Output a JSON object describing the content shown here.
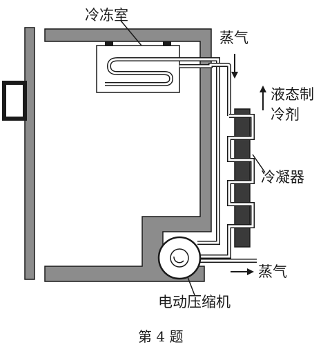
{
  "labels": {
    "freezer": "冷冻室",
    "vapor_top": "蒸气",
    "liquid_refrigerant_line1": "液态制",
    "liquid_refrigerant_line2": "冷剂",
    "condenser": "冷凝器",
    "vapor_bottom": "蒸气",
    "compressor": "电动压缩机"
  },
  "caption": "第 4 题",
  "colors": {
    "wall_fill": "#8c8c8c",
    "line": "#1a1a1a",
    "condenser_fill": "#3a3a3a",
    "background": "#ffffff"
  }
}
